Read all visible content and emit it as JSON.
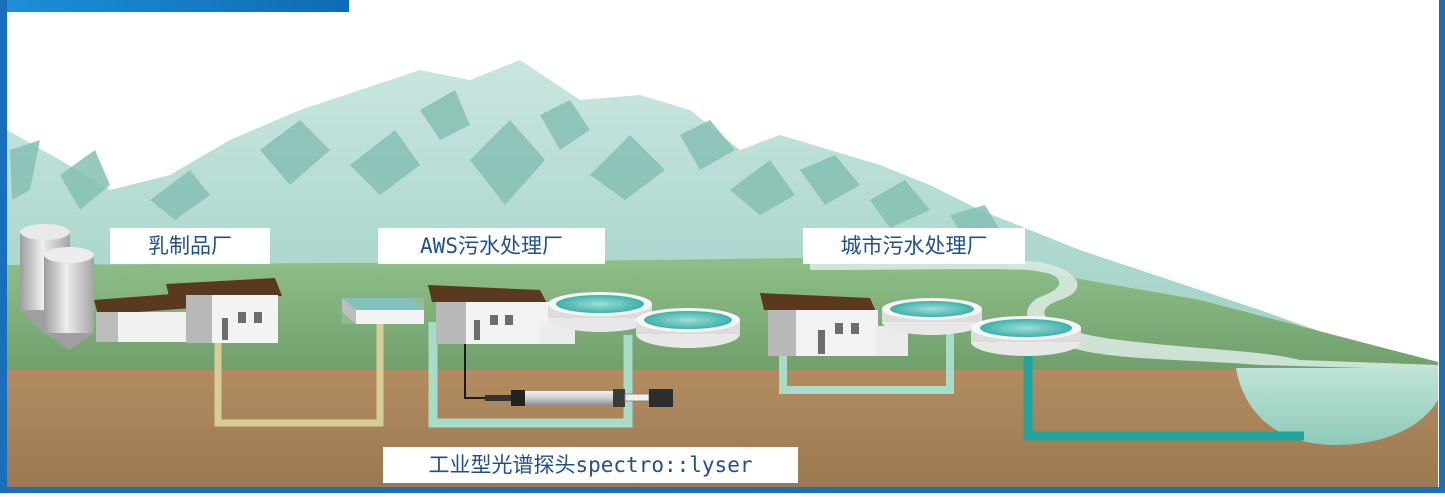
{
  "labels": {
    "dairy": "乳制品厂",
    "aws_plant": "AWS污水处理厂",
    "city_plant": "城市污水处理厂",
    "probe": "工业型光谱探头spectro::lyser"
  },
  "colors": {
    "frame": "#1b6fb8",
    "label_text": "#1f4f8f",
    "sky": "#ffffff",
    "mountain": "#a9d3cc",
    "field": "#7fae7a",
    "soil": "#a8835a",
    "pipe_dairy": "#d6cf95",
    "pipe_aws": "#a7dcc8",
    "pipe_outfall": "#1fa39a",
    "roof": "#5a3a1e",
    "tank_water": "#49b7b1"
  },
  "icons": [
    "silo-icon",
    "building-icon",
    "clarifier-tank-icon",
    "spectro-probe-icon",
    "river-icon"
  ]
}
